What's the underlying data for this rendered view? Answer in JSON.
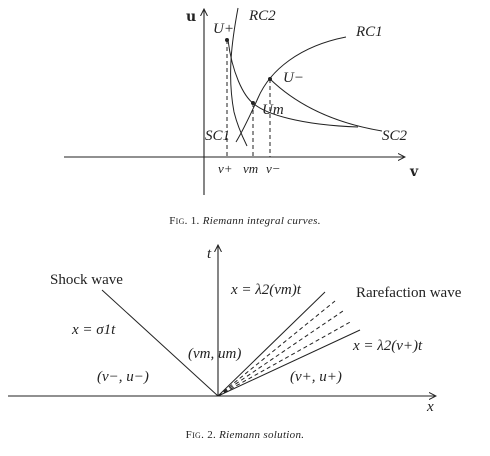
{
  "figure1": {
    "axis_u": "u",
    "axis_v": "v",
    "label_U_plus": "U+",
    "label_U_minus": "U−",
    "label_U_m": "Um",
    "label_RC2": "RC2",
    "label_RC1": "RC1",
    "label_SC1": "SC1",
    "label_SC2": "SC2",
    "tick_v_plus": "v+",
    "tick_v_m": "vm",
    "tick_v_minus": "v−",
    "caption_prefix": "Fig. 1.",
    "caption_text": "Riemann integral curves."
  },
  "figure2": {
    "axis_t": "t",
    "axis_x": "x",
    "shock_wave_label": "Shock wave",
    "rarefaction_wave_label": "Rarefaction wave",
    "shock_speed_label": "x = σ1t",
    "left_state": "(v−, u−)",
    "middle_state": "(vm, um)",
    "right_state": "(v+, u+)",
    "lambda_vm_label": "x = λ2(vm)t",
    "lambda_vplus_label": "x = λ2(v+)t",
    "caption_prefix": "Fig. 2.",
    "caption_text": "Riemann solution."
  }
}
